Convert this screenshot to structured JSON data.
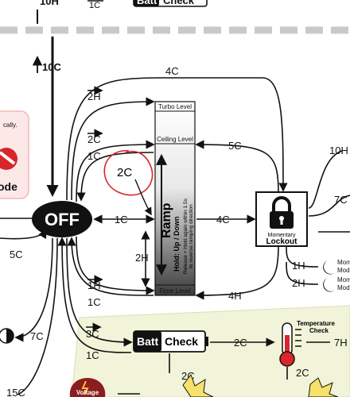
{
  "top_strip": {
    "label_10h": "10H",
    "label_1c": "1C"
  },
  "batt_check_top": {
    "batt": "Batt",
    "check": "Check"
  },
  "off_entry_label": "10C",
  "off_node": {
    "label": "OFF"
  },
  "left_card": {
    "fragment_top": "cally.",
    "fragment_bottom": "ode"
  },
  "ramp": {
    "title": "Ramp",
    "subtitle": "Hold: Up / Down",
    "hint_line1": "Release + Hold again within 1.5s",
    "hint_line2": "to reverse ramping direction",
    "turbo_level": "Turbo Level",
    "ceiling_level": "Ceiling Level",
    "floor_level": "Floor Level"
  },
  "annotation": {
    "handwritten": "2C",
    "color": "#d8262b"
  },
  "lockout": {
    "line1": "Momentary",
    "line2": "Lockout"
  },
  "moon_items": [
    {
      "action": "1H",
      "text": "Mom",
      "text2": "Mod"
    },
    {
      "action": "2H",
      "text": "Mom",
      "text2": "Mod"
    }
  ],
  "edges": {
    "off_to_turbo_2h": "2H",
    "off_to_ceiling_2c": "2C",
    "ceiling_to_off_1c": "1C",
    "off_to_lockout_4c": "4C",
    "ramp_to_off_1c": "1C",
    "ramp_to_lockout_4c": "4C",
    "lockout_to_ceiling_5c": "5C",
    "lockout_to_floor_4h": "4H",
    "ramp_2h": "2H",
    "off_to_floor_1h": "1H",
    "floor_to_off_1c": "1C",
    "off_3c": "3C",
    "off_1c_bottom": "1C",
    "left_5c": "5C",
    "left_7c": "7C",
    "left_15c": "15C",
    "right_10h": "10H",
    "right_7c": "7C",
    "batt_to_temp_2c": "2C",
    "temp_to_7h": "7H",
    "batt_down_2c": "2C",
    "temp_down_2c": "2C"
  },
  "batt_check_bottom": {
    "batt": "Batt",
    "check": "Check"
  },
  "temperature": {
    "line1": "Temperature",
    "line2": "Check"
  },
  "voltage_badge": {
    "label": "Voltage"
  },
  "colors": {
    "ink": "#111111",
    "dashed_band": "#c9c9c9",
    "green_panel": "#f1f4d8",
    "lock_box": "#ffffff",
    "thermo_red": "#d8262b",
    "voltage_badge": "#8c1d1f",
    "burst_yellow": "#f6e26b"
  }
}
